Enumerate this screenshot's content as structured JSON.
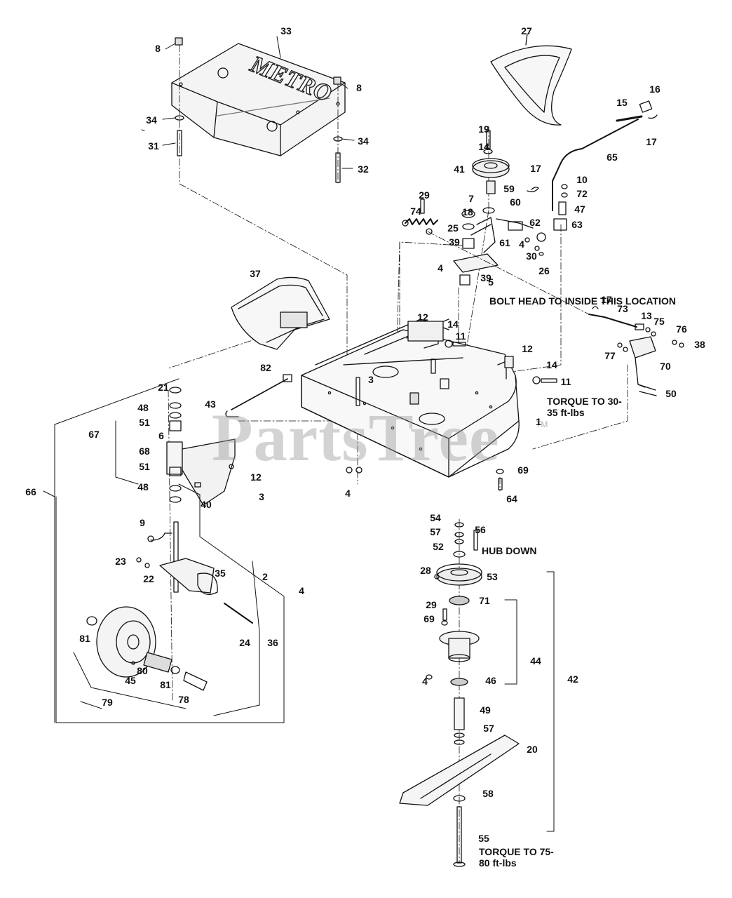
{
  "callouts": [
    "1",
    "2",
    "3",
    "4",
    "5",
    "6",
    "7",
    "8",
    "9",
    "10",
    "11",
    "12",
    "13",
    "14",
    "15",
    "16",
    "17",
    "18",
    "19",
    "20",
    "21",
    "22",
    "23",
    "24",
    "25",
    "26",
    "27",
    "28",
    "29",
    "30",
    "31",
    "32",
    "33",
    "34",
    "35",
    "36",
    "37",
    "38",
    "39",
    "40",
    "41",
    "42",
    "43",
    "44",
    "45",
    "46",
    "47",
    "48",
    "49",
    "50",
    "51",
    "52",
    "53",
    "54",
    "55",
    "56",
    "57",
    "58",
    "59",
    "60",
    "61",
    "62",
    "63",
    "64",
    "65",
    "66",
    "67",
    "68",
    "69",
    "70",
    "71",
    "72",
    "73",
    "74",
    "75",
    "76",
    "77",
    "78",
    "79",
    "80",
    "81",
    "82"
  ],
  "notes": {
    "bolt_head": "BOLT HEAD TO INSIDE THIS LOCATION",
    "torque_1": "TORQUE TO 30-35 ft-lbs",
    "hub_down": "HUB DOWN",
    "torque_2": "TORQUE TO 75-80 ft-lbs"
  },
  "brand_logo": "METRO",
  "watermark": {
    "text": "PartsTree",
    "tm": "TM",
    "color": "#969696"
  },
  "colors": {
    "line": "#111111",
    "deck_fill": "#f7f7f7",
    "shade": "#e2e2e2"
  }
}
